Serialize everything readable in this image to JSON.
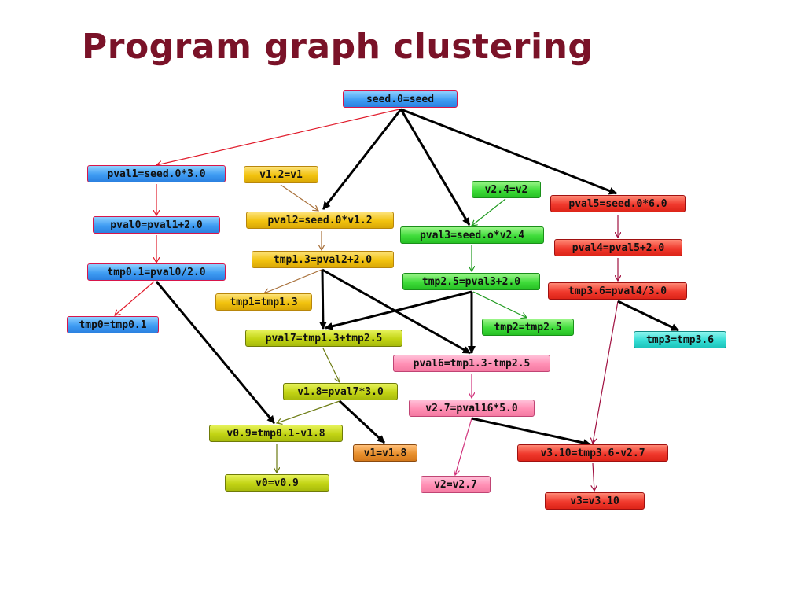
{
  "title": "Program graph clustering",
  "nodes": {
    "seed": "seed.0=seed",
    "pval1": "pval1=seed.0*3.0",
    "pval0": "pval0=pval1+2.0",
    "tmp01": "tmp0.1=pval0/2.0",
    "tmp0": "tmp0=tmp0.1",
    "v12": "v1.2=v1",
    "pval2": "pval2=seed.0*v1.2",
    "tmp13": "tmp1.3=pval2+2.0",
    "tmp1": "tmp1=tmp1.3",
    "v24": "v2.4=v2",
    "pval3": "pval3=seed.o*v2.4",
    "tmp25": "tmp2.5=pval3+2.0",
    "tmp2": "tmp2=tmp2.5",
    "pval5": "pval5=seed.0*6.0",
    "pval4": "pval4=pval5+2.0",
    "tmp36": "tmp3.6=pval4/3.0",
    "tmp3": "tmp3=tmp3.6",
    "pval7": "pval7=tmp1.3+tmp2.5",
    "pval6": "pval6=tmp1.3-tmp2.5",
    "v18": "v1.8=pval7*3.0",
    "v09": "v0.9=tmp0.1-v1.8",
    "v1": "v1=v1.8",
    "v0": "v0=v0.9",
    "v27": "v2.7=pval16*5.0",
    "v2": "v2=v2.7",
    "v310": "v3.10=tmp3.6-v2.7",
    "v3": "v3=v3.10"
  },
  "colors": {
    "title": "#7a1228",
    "blue": "#3f9df3",
    "yellow": "#f2c20e",
    "green": "#3fdc3a",
    "red": "#f0392d",
    "olive": "#c2d414",
    "pink": "#ff8fb4",
    "orange": "#e8902e",
    "teal": "#34ddd4",
    "cross_edge": "#000000"
  }
}
